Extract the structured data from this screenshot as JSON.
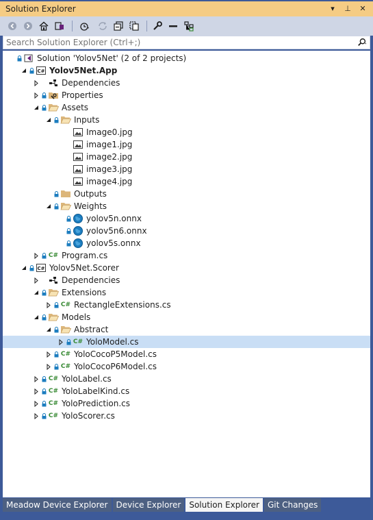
{
  "window": {
    "title": "Solution Explorer"
  },
  "title_controls": [
    "▾",
    "⊥",
    "✕"
  ],
  "search": {
    "placeholder": "Search Solution Explorer (Ctrl+;)"
  },
  "tree": [
    {
      "label": "Solution 'Yolov5Net' (2 of 2 projects)",
      "icon": "solution-icon",
      "indent": 0,
      "exp": "none",
      "lock": true,
      "bold": false
    },
    {
      "label": "Yolov5Net.App",
      "icon": "csproj-icon",
      "indent": 1,
      "exp": "open",
      "lock": true,
      "bold": true
    },
    {
      "label": "Dependencies",
      "icon": "dependencies-icon",
      "indent": 2,
      "exp": "closed",
      "lock": false,
      "bold": false
    },
    {
      "label": "Properties",
      "icon": "properties-folder-icon",
      "indent": 2,
      "exp": "closed",
      "lock": true,
      "bold": false
    },
    {
      "label": "Assets",
      "icon": "folder-open-icon",
      "indent": 2,
      "exp": "open",
      "lock": true,
      "bold": false
    },
    {
      "label": "Inputs",
      "icon": "folder-open-icon",
      "indent": 3,
      "exp": "open",
      "lock": true,
      "bold": false
    },
    {
      "label": "Image0.jpg",
      "icon": "image-icon",
      "indent": 4,
      "exp": "none",
      "lock": false,
      "bold": false
    },
    {
      "label": "image1.jpg",
      "icon": "image-icon",
      "indent": 4,
      "exp": "none",
      "lock": false,
      "bold": false
    },
    {
      "label": "image2.jpg",
      "icon": "image-icon",
      "indent": 4,
      "exp": "none",
      "lock": false,
      "bold": false
    },
    {
      "label": "image3.jpg",
      "icon": "image-icon",
      "indent": 4,
      "exp": "none",
      "lock": false,
      "bold": false
    },
    {
      "label": "image4.jpg",
      "icon": "image-icon",
      "indent": 4,
      "exp": "none",
      "lock": false,
      "bold": false
    },
    {
      "label": "Outputs",
      "icon": "folder-icon",
      "indent": 3,
      "exp": "none",
      "lock": true,
      "bold": false
    },
    {
      "label": "Weights",
      "icon": "folder-open-icon",
      "indent": 3,
      "exp": "open",
      "lock": true,
      "bold": false
    },
    {
      "label": "yolov5n.onnx",
      "icon": "globe-icon",
      "indent": 4,
      "exp": "none",
      "lock": true,
      "bold": false
    },
    {
      "label": "yolov5n6.onnx",
      "icon": "globe-icon",
      "indent": 4,
      "exp": "none",
      "lock": true,
      "bold": false
    },
    {
      "label": "yolov5s.onnx",
      "icon": "globe-icon",
      "indent": 4,
      "exp": "none",
      "lock": true,
      "bold": false
    },
    {
      "label": "Program.cs",
      "icon": "csharp-file-icon",
      "indent": 2,
      "exp": "closed",
      "lock": true,
      "bold": false
    },
    {
      "label": "Yolov5Net.Scorer",
      "icon": "csproj-icon",
      "indent": 1,
      "exp": "open",
      "lock": true,
      "bold": false
    },
    {
      "label": "Dependencies",
      "icon": "dependencies-icon",
      "indent": 2,
      "exp": "closed",
      "lock": false,
      "bold": false
    },
    {
      "label": "Extensions",
      "icon": "folder-open-icon",
      "indent": 2,
      "exp": "open",
      "lock": true,
      "bold": false
    },
    {
      "label": "RectangleExtensions.cs",
      "icon": "csharp-file-icon",
      "indent": 3,
      "exp": "closed",
      "lock": true,
      "bold": false
    },
    {
      "label": "Models",
      "icon": "folder-open-icon",
      "indent": 2,
      "exp": "open",
      "lock": true,
      "bold": false
    },
    {
      "label": "Abstract",
      "icon": "folder-open-icon",
      "indent": 3,
      "exp": "open",
      "lock": true,
      "bold": false
    },
    {
      "label": "YoloModel.cs",
      "icon": "csharp-file-icon",
      "indent": 4,
      "exp": "closed",
      "lock": true,
      "bold": false,
      "selected": true
    },
    {
      "label": "YoloCocoP5Model.cs",
      "icon": "csharp-file-icon",
      "indent": 3,
      "exp": "closed",
      "lock": true,
      "bold": false
    },
    {
      "label": "YoloCocoP6Model.cs",
      "icon": "csharp-file-icon",
      "indent": 3,
      "exp": "closed",
      "lock": true,
      "bold": false
    },
    {
      "label": "YoloLabel.cs",
      "icon": "csharp-file-icon",
      "indent": 2,
      "exp": "closed",
      "lock": true,
      "bold": false
    },
    {
      "label": "YoloLabelKind.cs",
      "icon": "csharp-file-icon",
      "indent": 2,
      "exp": "closed",
      "lock": true,
      "bold": false
    },
    {
      "label": "YoloPrediction.cs",
      "icon": "csharp-file-icon",
      "indent": 2,
      "exp": "closed",
      "lock": true,
      "bold": false
    },
    {
      "label": "YoloScorer.cs",
      "icon": "csharp-file-icon",
      "indent": 2,
      "exp": "closed",
      "lock": true,
      "bold": false
    }
  ],
  "cs_badge": "C#",
  "tabs": [
    {
      "label": "Meadow Device Explorer",
      "active": false
    },
    {
      "label": "Device Explorer",
      "active": false
    },
    {
      "label": "Solution Explorer",
      "active": true
    },
    {
      "label": "Git Changes",
      "active": false
    }
  ],
  "colors": {
    "title_bg": "#f5cc84",
    "frame": "#3d5a99",
    "selection": "#c9def5",
    "csharp_green": "#388a34"
  }
}
